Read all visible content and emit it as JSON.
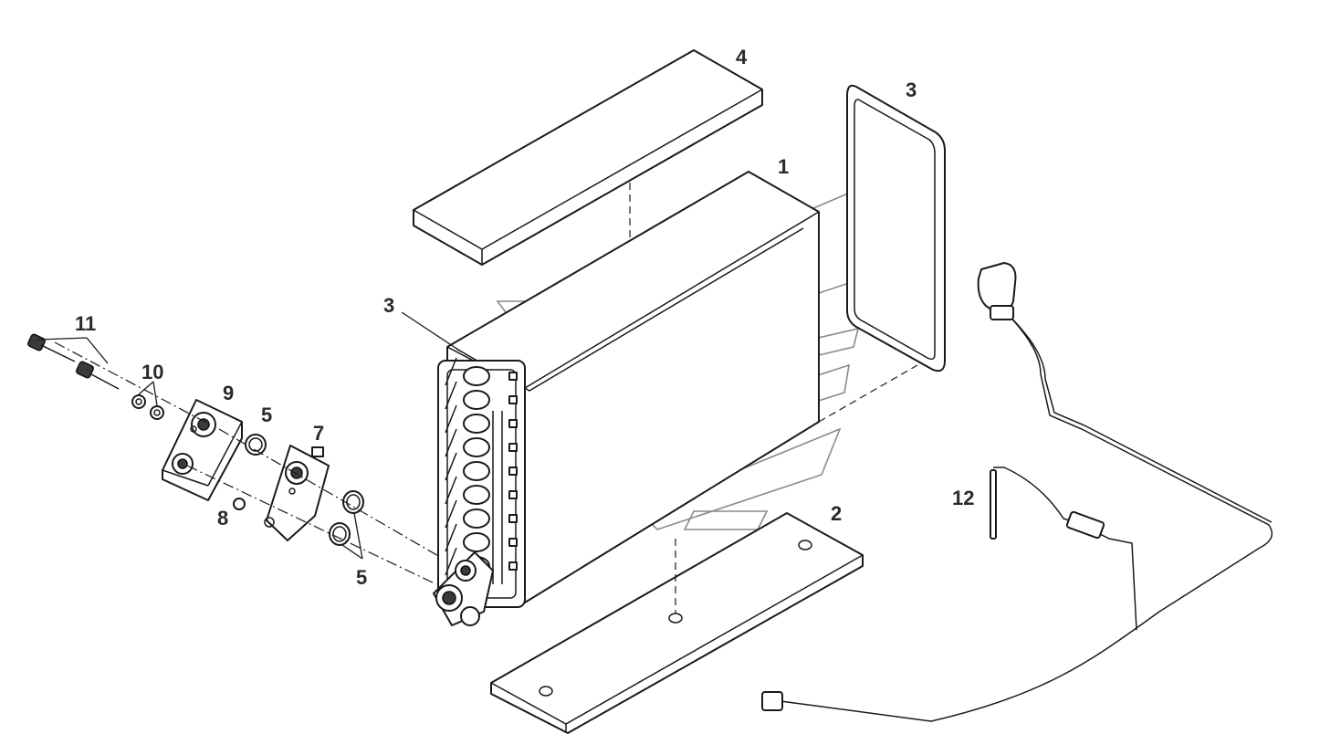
{
  "callouts": {
    "c1": "1",
    "c2": "2",
    "c3a": "3",
    "c3b": "3",
    "c4": "4",
    "c5a": "5",
    "c5b": "5",
    "c7": "7",
    "c8": "8",
    "c9": "9",
    "c10": "10",
    "c11": "11",
    "c12": "12"
  },
  "colors": {
    "line": "#1a1a1a",
    "watermark": "#8a8a8a",
    "label": "#2a2a2a"
  }
}
